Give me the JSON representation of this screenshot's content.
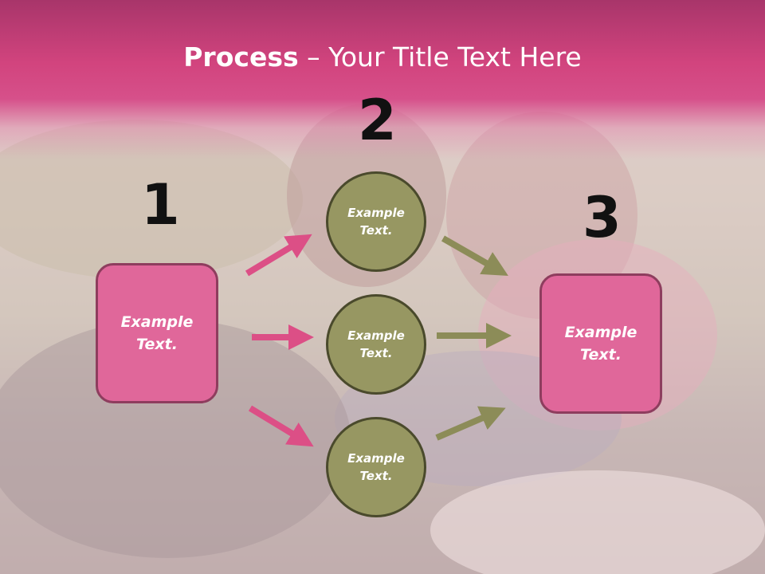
{
  "slide": {
    "title_bold": "Process",
    "title_rest": " – Your Title Text Here"
  },
  "steps": {
    "num1": "1",
    "num2": "2",
    "num3": "3"
  },
  "nodes": {
    "left_box": "Example Text.",
    "circle_top": "Example Text.",
    "circle_middle": "Example Text.",
    "circle_bottom": "Example Text.",
    "right_box": "Example Text."
  },
  "colors": {
    "title_band": "#d2447e",
    "box_fill": "#e0679a",
    "circle_fill": "#979762",
    "arrow_pink": "#dc4f86",
    "arrow_olive": "#8c8c58"
  }
}
